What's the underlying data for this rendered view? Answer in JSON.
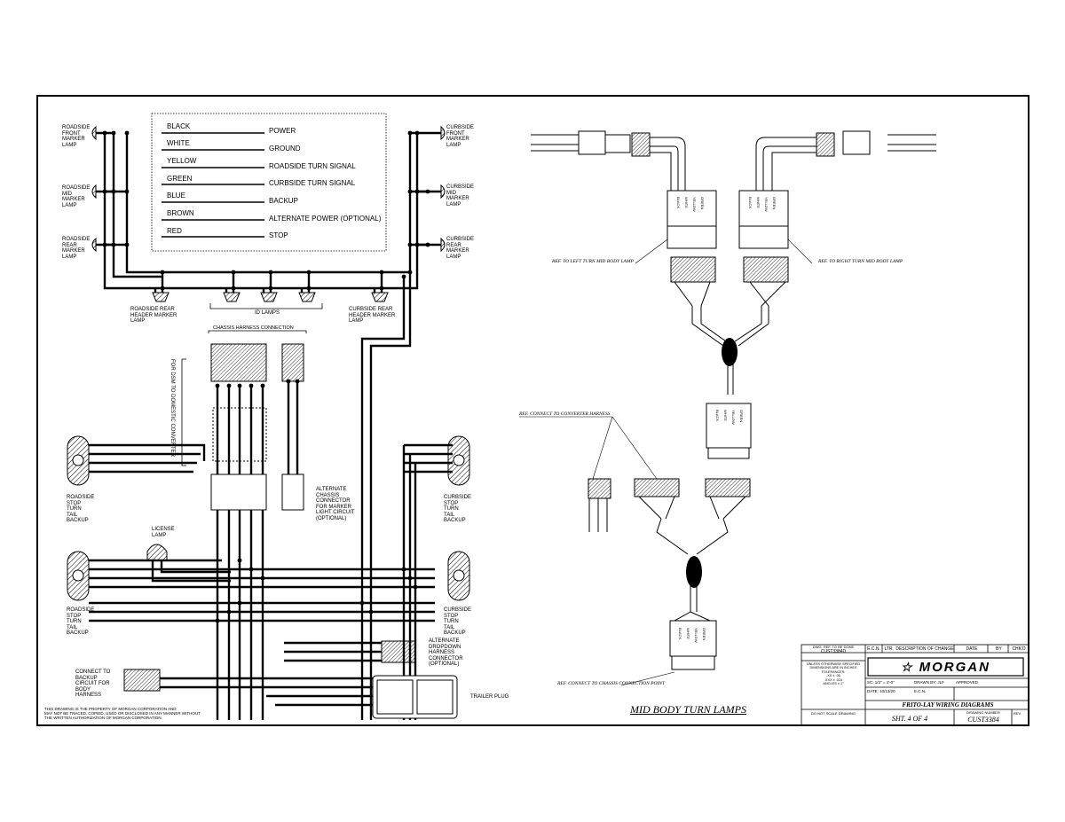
{
  "legend": [
    {
      "color": "BLACK",
      "function": "POWER"
    },
    {
      "color": "WHITE",
      "function": "GROUND"
    },
    {
      "color": "YELLOW",
      "function": "ROADSIDE TURN SIGNAL"
    },
    {
      "color": "GREEN",
      "function": "CURBSIDE TURN SIGNAL"
    },
    {
      "color": "BLUE",
      "function": "BACKUP"
    },
    {
      "color": "BROWN",
      "function": "ALTERNATE POWER (OPTIONAL)"
    },
    {
      "color": "RED",
      "function": "STOP"
    }
  ],
  "left_diagram": {
    "roadside_front_marker": [
      "ROADSIDE",
      "FRONT",
      "MARKER",
      "LAMP"
    ],
    "roadside_mid_marker": [
      "ROADSIDE",
      "MID",
      "MARKER",
      "LAMP"
    ],
    "roadside_rear_marker": [
      "ROADSIDE",
      "REAR",
      "MARKER",
      "LAMP"
    ],
    "curbside_front_marker": [
      "CURBSIDE",
      "FRONT",
      "MARKER",
      "LAMP"
    ],
    "curbside_mid_marker": [
      "CURBSIDE",
      "MID",
      "MARKER",
      "LAMP"
    ],
    "curbside_rear_marker": [
      "CURBSIDE",
      "REAR",
      "MARKER",
      "LAMP"
    ],
    "roadside_rear_header": [
      "ROADSIDE REAR",
      "HEADER MARKER",
      "LAMP"
    ],
    "curbside_rear_header": [
      "CURBSIDE REAR",
      "HEADER MARKER",
      "LAMP"
    ],
    "id_lamps": "ID LAMPS",
    "chassis_harness_connection": "CHASSIS HARNESS CONNECTION",
    "for_dsm_converter": "FOR DSM TO DOMESTIC CONVERTER",
    "alternate_chassis_connector": [
      "ALTERNATE",
      "CHASSIS",
      "CONNECTOR",
      "FOR MARKER",
      "LIGHT CIRCUIT",
      "(OPTIONAL)"
    ],
    "roadside_stl_upper": [
      "ROADSIDE",
      "STOP",
      "TURN",
      "TAIL",
      "BACKUP"
    ],
    "roadside_stl_lower": [
      "ROADSIDE",
      "STOP",
      "TURN",
      "TAIL",
      "BACKUP"
    ],
    "curbside_stl_upper": [
      "CURBSIDE",
      "STOP",
      "TURN",
      "TAIL",
      "BACKUP"
    ],
    "curbside_stl_lower": [
      "CURBSIDE",
      "STOP",
      "TURN",
      "TAIL",
      "BACKUP"
    ],
    "license_lamp": [
      "LICENSE",
      "LAMP"
    ],
    "alternate_dropdown": [
      "ALTERNATE",
      "DROPDOWN",
      "HARNESS",
      "CONNECTOR",
      "(OPTIONAL)"
    ],
    "connect_to_backup": [
      "CONNECT TO",
      "BACKUP",
      "CIRCUIT FOR",
      "BODY",
      "HARNESS"
    ],
    "trailer_plug": "TRAILER PLUG",
    "property_note": [
      "THIS DRAWING IS THE PROPERTY OF MORGAN CORPORATION AND",
      "MAY NOT BE TRACED, COPIED, USED OR DISCLOSED IN ANY MANNER WITHOUT",
      "THE WRITTEN AUTHORIZATION OF MORGAN CORPORATION."
    ]
  },
  "right_diagram": {
    "ref_left": "REF. TO LEFT TURN MID BODY LAMP",
    "ref_right": "REF. TO RIGHT TURN MID BODY LAMP",
    "ref_converter": "REF. CONNECT TO CONVERTER HARNESS",
    "ref_chassis": "REF. CONNECT TO CHASSIS CONNECTION POINT",
    "pin_labels": [
      "BLACK",
      "WHITE",
      "YELLOW",
      "GREEN"
    ],
    "title": "MID BODY TURN LAMPS"
  },
  "title_block": {
    "dwg_no_label": "DWG. REF. TO BE DONE",
    "dwg_no": "CUST3384D",
    "ecn_header": [
      "E.C.N.",
      "LTR",
      "DESCRIPTION OF CHANGE",
      "DATE",
      "BY",
      "CHK'D"
    ],
    "notes": [
      "UNLESS OTHERWISE SPECIFIED",
      "DIMENSIONS ARE IN INCHES",
      "TOLERANCES:"
    ],
    "tol": [
      ".XX  ±  .06",
      ".XXX  ±  .010",
      "ANGLES  ±  1°"
    ],
    "company": "MORGAN",
    "scale": "SC:  1/2\" = 1'-0\"",
    "date": "DATE: 10/13/20",
    "drawn": "DRAWN BY: JLF",
    "approved": "APPROVED",
    "ecn_row": "E.C.N.",
    "title": "FRITO-LAY WIRING DIAGRAMS",
    "do_not_scale": "DO NOT SCALE DRAWING",
    "sheet": "SHT. 4 OF 4",
    "drawing_number_label": "DRAWING NUMBER",
    "drawing_number": "CUST3384",
    "rev_label": "REV."
  }
}
